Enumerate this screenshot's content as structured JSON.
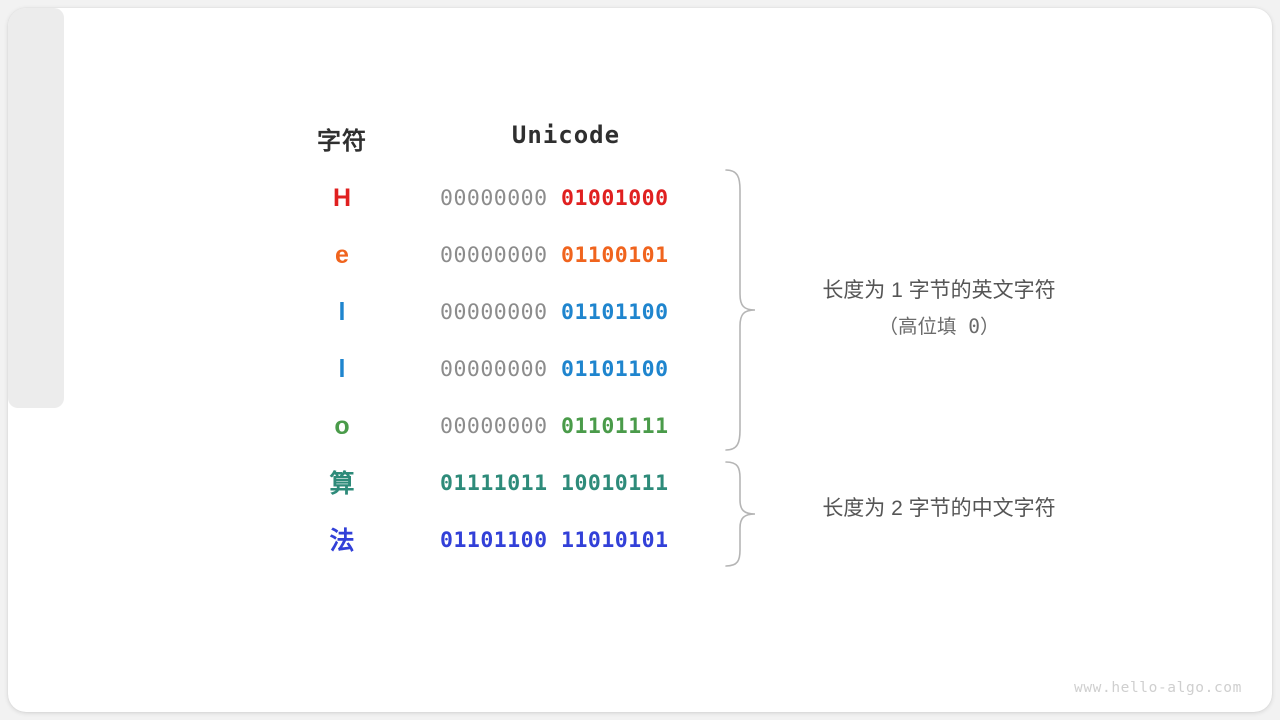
{
  "headers": {
    "char": "字符",
    "unicode": "Unicode"
  },
  "colors": {
    "red": "#e02020",
    "orange": "#f0641e",
    "blue": "#1f85ce",
    "green": "#4a9b4a",
    "teal": "#2e8b7a",
    "indigo": "#3240d8",
    "dim": "#8c8c8c",
    "column_bg": "#ececec",
    "card_bg": "#ffffff",
    "page_bg": "#f2f2f2",
    "note_text": "#555555",
    "brace": "#b5b5b5",
    "watermark": "#cfcfcf"
  },
  "rows": [
    {
      "char": "H",
      "color": "#e02020",
      "high_byte": "00000000",
      "low_byte": "01001000",
      "high_dim": true,
      "cjk": false
    },
    {
      "char": "e",
      "color": "#f0641e",
      "high_byte": "00000000",
      "low_byte": "01100101",
      "high_dim": true,
      "cjk": false
    },
    {
      "char": "l",
      "color": "#1f85ce",
      "high_byte": "00000000",
      "low_byte": "01101100",
      "high_dim": true,
      "cjk": false
    },
    {
      "char": "l",
      "color": "#1f85ce",
      "high_byte": "00000000",
      "low_byte": "01101100",
      "high_dim": true,
      "cjk": false
    },
    {
      "char": "o",
      "color": "#4a9b4a",
      "high_byte": "00000000",
      "low_byte": "01101111",
      "high_dim": true,
      "cjk": false
    },
    {
      "char": "算",
      "color": "#2e8b7a",
      "high_byte": "01111011",
      "low_byte": "10010111",
      "high_dim": false,
      "cjk": true
    },
    {
      "char": "法",
      "color": "#3240d8",
      "high_byte": "01101100",
      "low_byte": "11010101",
      "high_dim": false,
      "cjk": true
    }
  ],
  "annotations": [
    {
      "line1": "长度为 1 字节的英文字符",
      "line2": "（高位填 0）"
    },
    {
      "line1": "长度为 2 字节的中文字符",
      "line2": ""
    }
  ],
  "watermark": "www.hello-algo.com"
}
